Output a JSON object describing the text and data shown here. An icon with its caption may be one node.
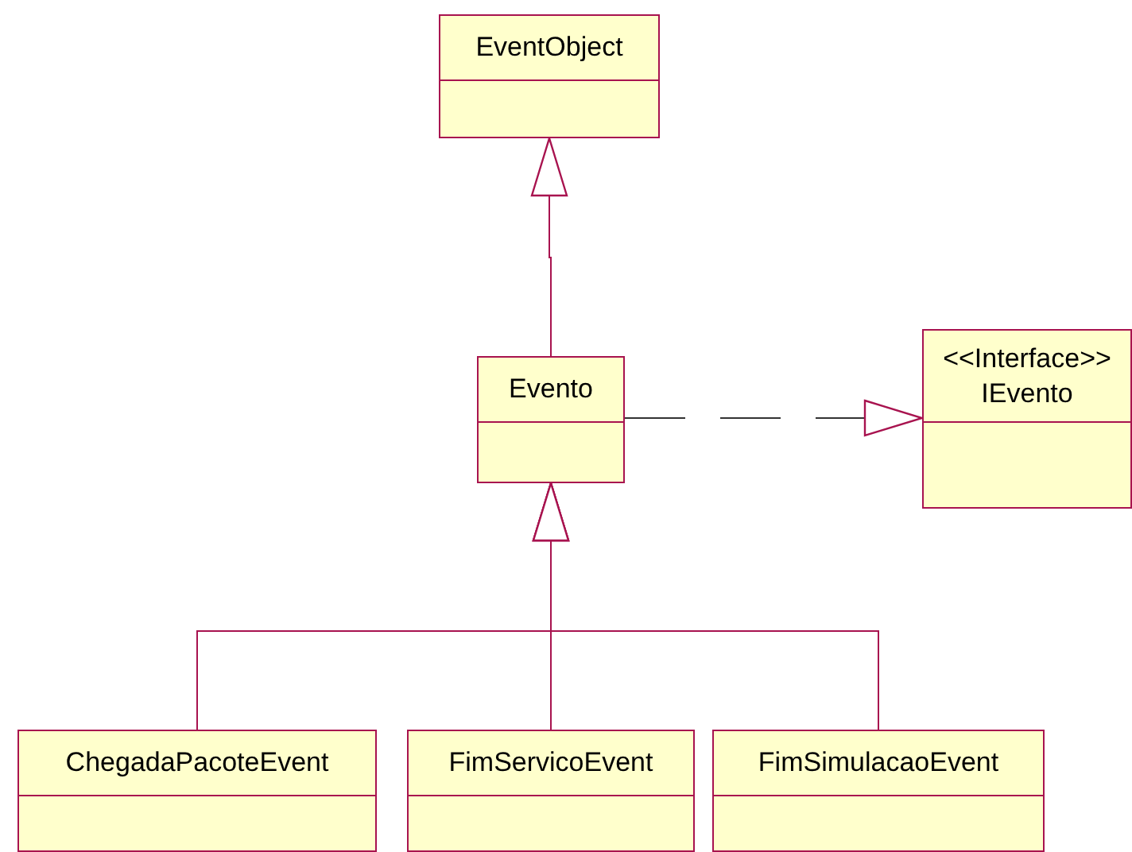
{
  "diagram": {
    "nodes": [
      {
        "text": [
          "EventObject"
        ]
      },
      {
        "text": [
          "Evento"
        ]
      },
      {
        "text": [
          "<<Interface>>",
          "IEvento"
        ]
      },
      {
        "text": [
          "ChegadaPacoteEvent"
        ]
      },
      {
        "text": [
          "FimServicoEvent"
        ]
      },
      {
        "text": [
          "FimSimulacaoEvent"
        ]
      }
    ],
    "edges": [
      {
        "from": 1,
        "to": 0,
        "arrow": "to"
      },
      {
        "from": 1,
        "to": 2,
        "arrow": "to",
        "style": "dashed",
        "color": "#333333"
      },
      {
        "from": 3,
        "to": 1,
        "arrow": "to"
      },
      {
        "from": 4,
        "to": 1,
        "arrow": "to"
      },
      {
        "from": 5,
        "to": 1,
        "arrow": "to"
      }
    ]
  }
}
